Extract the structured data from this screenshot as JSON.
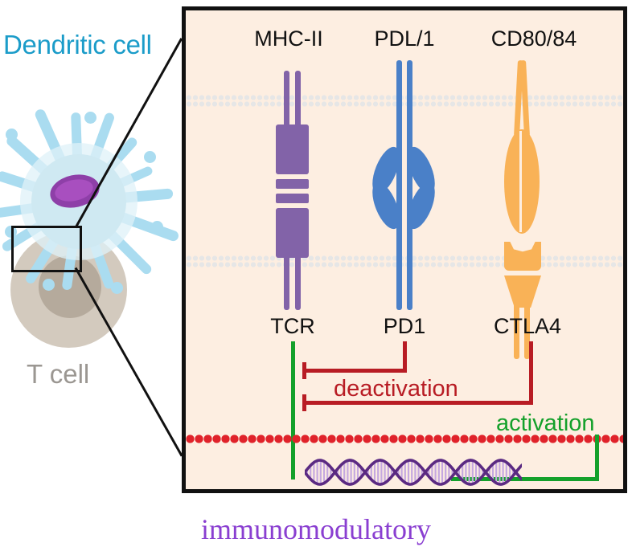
{
  "figure": {
    "caption": "immunomodulatory",
    "caption_color": "#8a3fd1",
    "panel_bg": "#fdeee1",
    "panel_border_color": "#111111"
  },
  "cells": {
    "dendritic": {
      "label": "Dendritic cell",
      "label_color": "#1b9cc9",
      "body_color": "#cfe9f2",
      "nucleus_color": "#8e3fa8",
      "dendrite_color": "#aadcf0"
    },
    "t_cell": {
      "label": "T cell",
      "label_color": "#9b9792",
      "body_color": "#cfc5b8",
      "nucleus_color": "#b5aa9c"
    }
  },
  "membrane": {
    "color": "#e6e6e6",
    "upper_label": "dendritic-cell-membrane",
    "lower_label": "t-cell-membrane"
  },
  "receptors": {
    "dendritic_side": [
      {
        "name": "MHC-II",
        "color": "#8263a8",
        "shape": "blocks"
      },
      {
        "name": "PDL/1",
        "color": "#4a80c8",
        "shape": "leaves"
      },
      {
        "name": "CD80/84",
        "color": "#f9b257",
        "shape": "ellipse-cup"
      }
    ],
    "t_cell_side": [
      {
        "name": "TCR",
        "signal": "activation",
        "signal_color": "#14a02b"
      },
      {
        "name": "PD1",
        "signal": "deactivation",
        "signal_color": "#b81c24"
      },
      {
        "name": "CTLA4",
        "signal": "deactivation",
        "signal_color": "#b81c24"
      }
    ]
  },
  "signals": {
    "deactivation_label": "deactivation",
    "deactivation_color": "#b81c24",
    "activation_label": "activation",
    "activation_color": "#14a02b"
  },
  "nucleus": {
    "membrane_color": "#e0222a",
    "dna_backbone_color": "#5b2a82",
    "dna_rung_color": "#c5a8e0"
  }
}
